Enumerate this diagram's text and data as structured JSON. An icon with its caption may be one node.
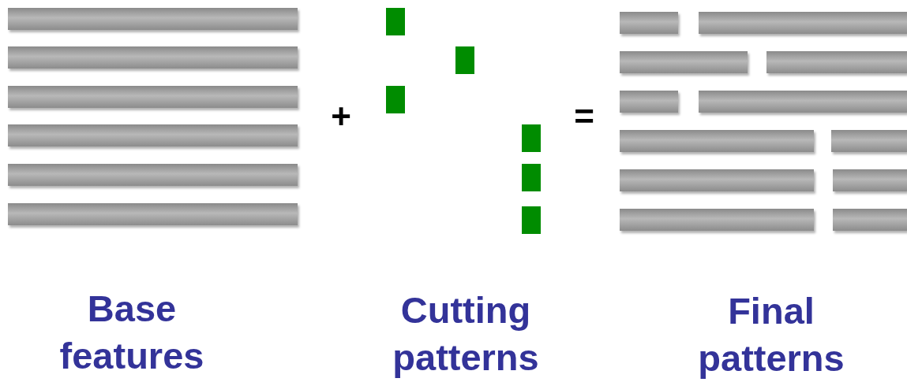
{
  "diagram": {
    "labels": [
      "+",
      "=",
      "Base features",
      "Cutting patterns",
      "Final patterns"
    ]
  }
}
